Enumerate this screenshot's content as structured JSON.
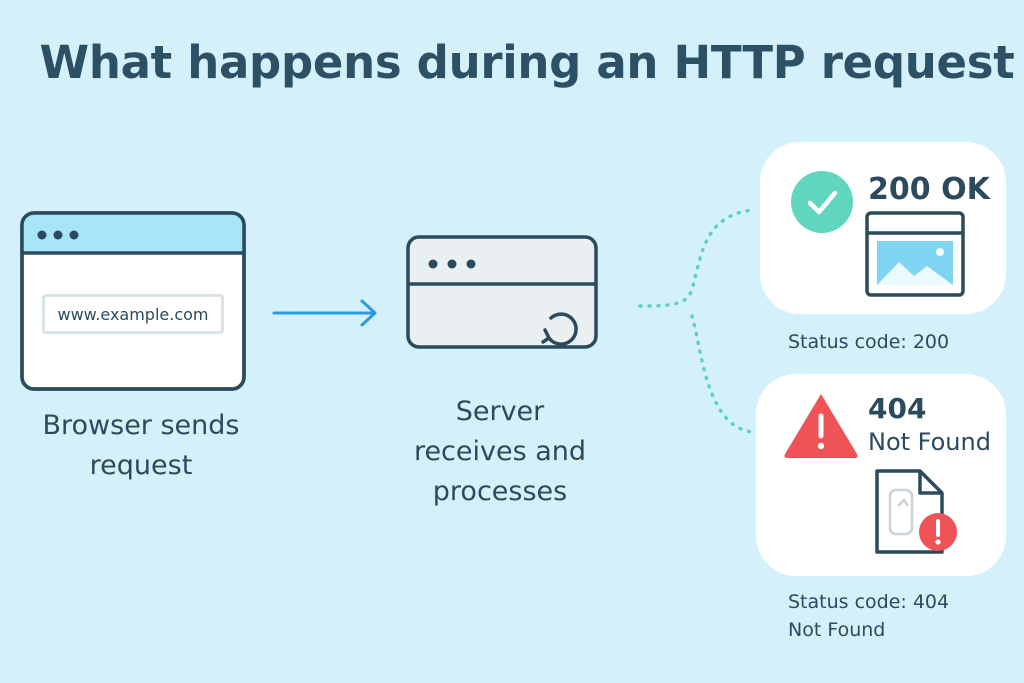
{
  "title": "What happens during an HTTP request",
  "browser": {
    "url": "www.example.com",
    "caption_line1": "Browser sends",
    "caption_line2": "request"
  },
  "server": {
    "caption_line1": "Server",
    "caption_line2": "receives and",
    "caption_line3": "processes"
  },
  "success": {
    "code_text": "200 OK",
    "status_label": "Status code: 200",
    "icon": "checkmark-icon"
  },
  "error": {
    "code_line1": "404",
    "code_line2": "Not Found",
    "status_line1": "Status code: 404",
    "status_line2": "Not Found",
    "icon": "warning-icon"
  },
  "colors": {
    "background": "#d4f1fb",
    "stroke": "#2b4a5c",
    "browser_header": "#a6e6f6",
    "arrow": "#2b9be0",
    "dotted_connector": "#5fd0c2",
    "success": "#5fd6bd",
    "error": "#ef5257",
    "image_fill": "#7fd4f2"
  }
}
